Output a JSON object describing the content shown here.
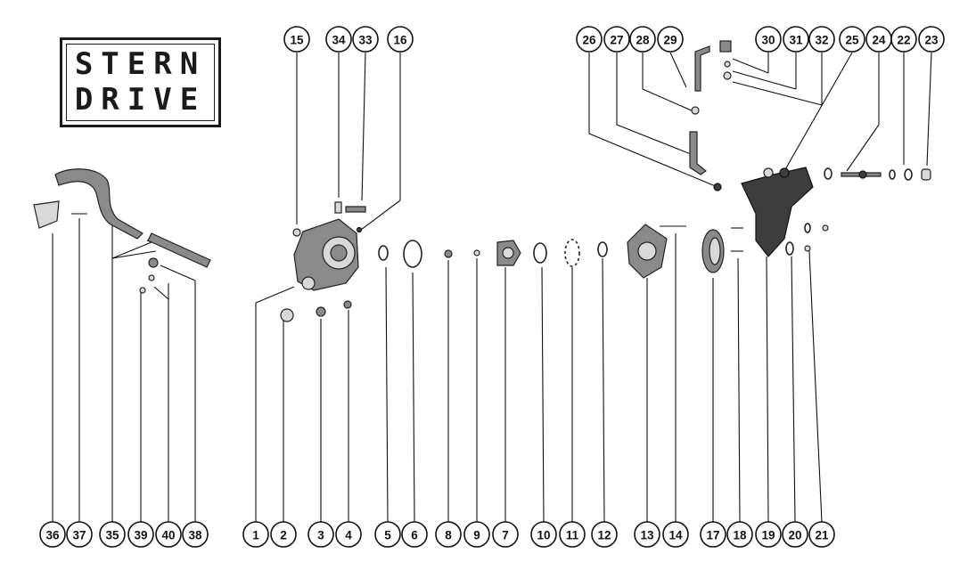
{
  "title": {
    "line1": "STERN",
    "line2": "DRIVE"
  },
  "callouts": {
    "top": [
      "15",
      "34",
      "33",
      "16",
      "26",
      "27",
      "28",
      "29",
      "30",
      "31",
      "32",
      "25",
      "24",
      "22",
      "23"
    ],
    "bottom": [
      "36",
      "37",
      "35",
      "39",
      "40",
      "38",
      "1",
      "2",
      "3",
      "4",
      "5",
      "6",
      "8",
      "9",
      "7",
      "10",
      "11",
      "12",
      "13",
      "14",
      "17",
      "18",
      "19",
      "20",
      "21"
    ]
  }
}
